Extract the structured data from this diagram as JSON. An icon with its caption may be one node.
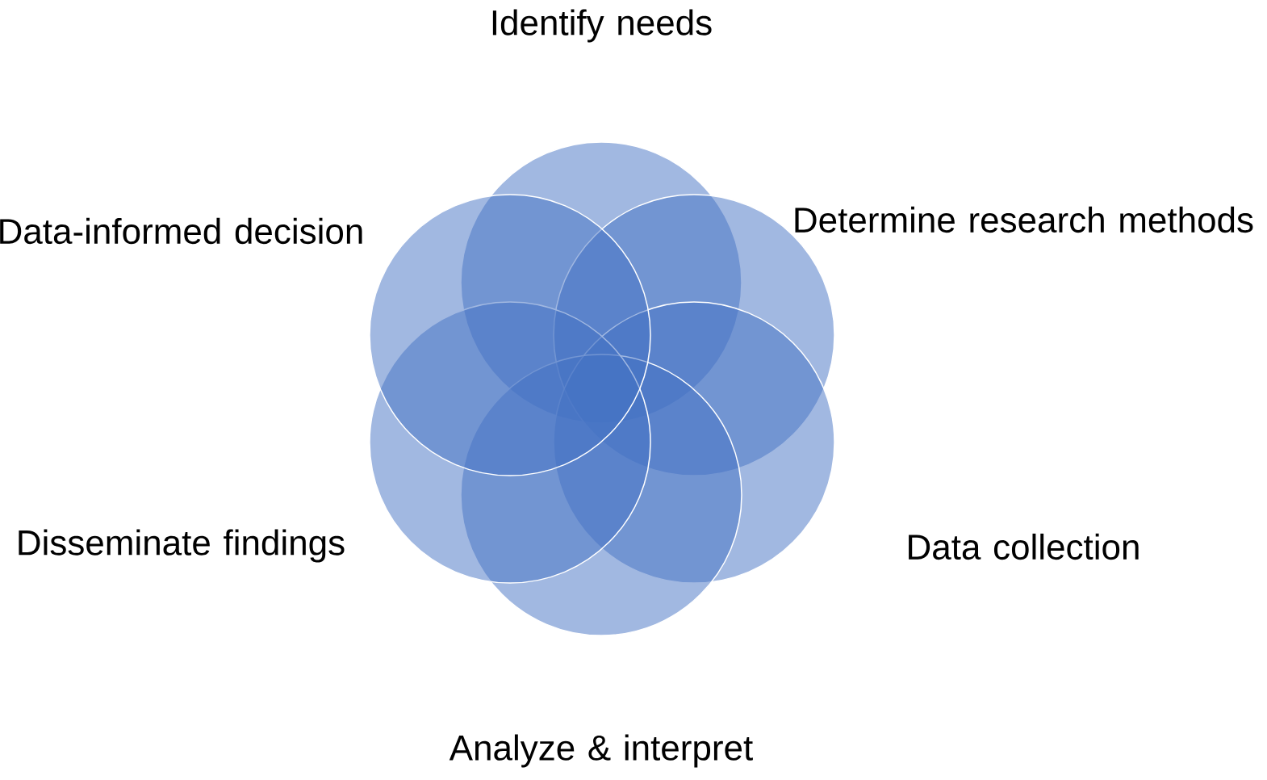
{
  "diagram": {
    "nodes": [
      {
        "text": [
          "Identify needs"
        ]
      },
      {
        "text": [
          "Determine research methods"
        ]
      },
      {
        "text": [
          "Data collection"
        ]
      },
      {
        "text": [
          "Analyze & interpret"
        ]
      },
      {
        "text": [
          "Disseminate findings"
        ]
      },
      {
        "text": [
          "Data-informed decision"
        ]
      }
    ]
  }
}
